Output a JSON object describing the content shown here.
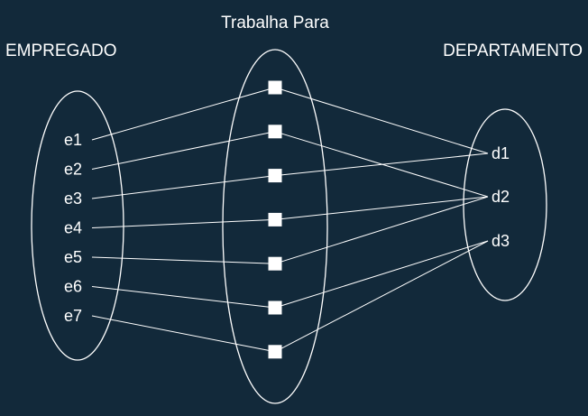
{
  "titles": {
    "left": "EMPREGADO",
    "middle": "Trabalha Para",
    "right": "DEPARTAMENTO"
  },
  "employees": [
    "e1",
    "e2",
    "e3",
    "e4",
    "e5",
    "e6",
    "e7"
  ],
  "departments": [
    "d1",
    "d2",
    "d3"
  ],
  "relationship_count": 7,
  "relationships": [
    {
      "employee": "e1",
      "department": "d1"
    },
    {
      "employee": "e2",
      "department": "d2"
    },
    {
      "employee": "e3",
      "department": "d1"
    },
    {
      "employee": "e4",
      "department": "d2"
    },
    {
      "employee": "e5",
      "department": "d2"
    },
    {
      "employee": "e6",
      "department": "d3"
    },
    {
      "employee": "e7",
      "department": "d3"
    }
  ],
  "colors": {
    "background": "#12293a",
    "foreground": "#ffffff"
  }
}
